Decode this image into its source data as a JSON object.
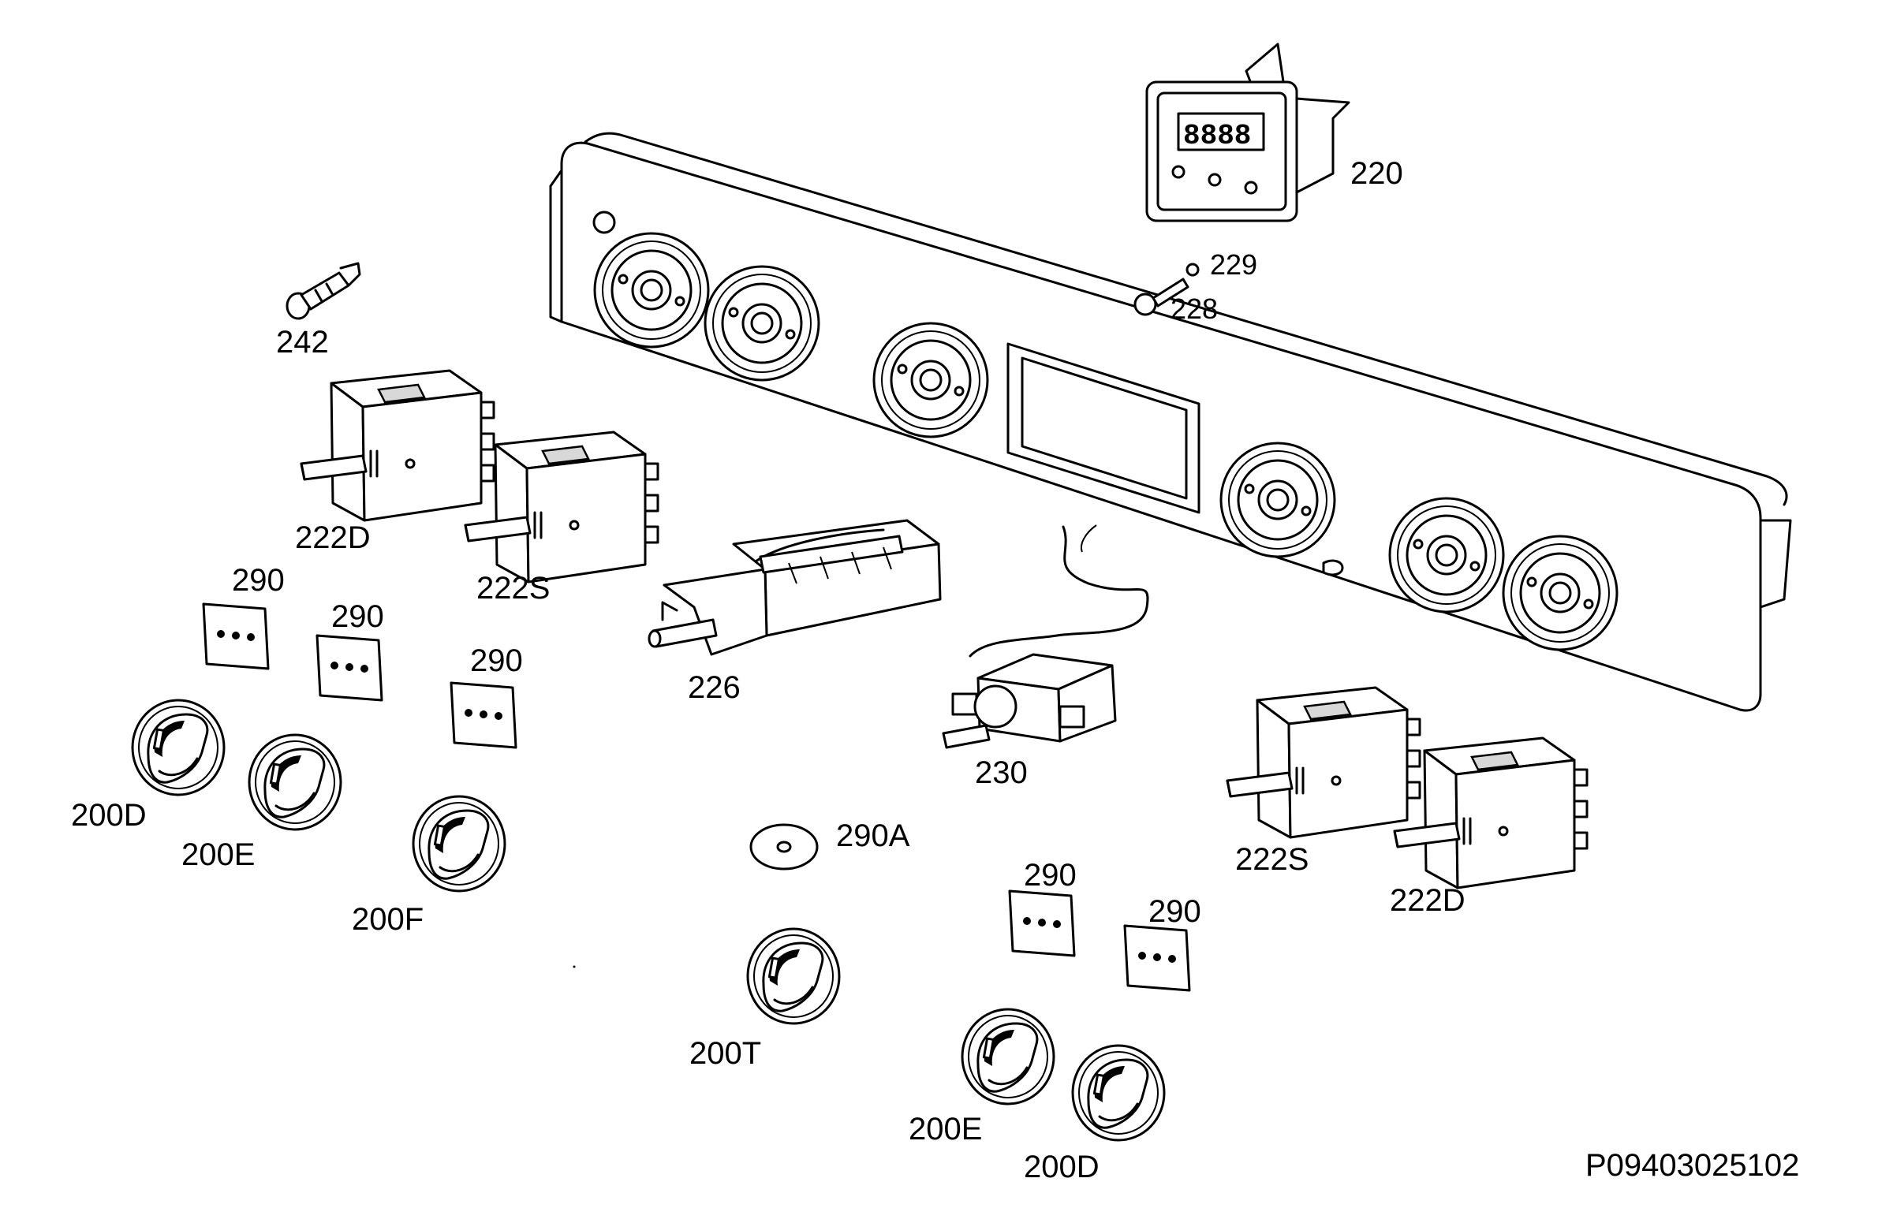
{
  "drawing_number": "P09403025102",
  "callouts": {
    "c220": "220",
    "c229": "229",
    "c228": "228",
    "c242": "242",
    "c222D_left": "222D",
    "c222S_left": "222S",
    "c290_a": "290",
    "c290_b": "290",
    "c290_c": "290",
    "c226": "226",
    "c230": "230",
    "c200D_left": "200D",
    "c200E_left": "200E",
    "c200F": "200F",
    "c290A": "290A",
    "c200T": "200T",
    "c290_d": "290",
    "c290_e": "290",
    "c222S_right": "222S",
    "c222D_right": "222D",
    "c200E_right": "200E",
    "c200D_right": "200D"
  }
}
